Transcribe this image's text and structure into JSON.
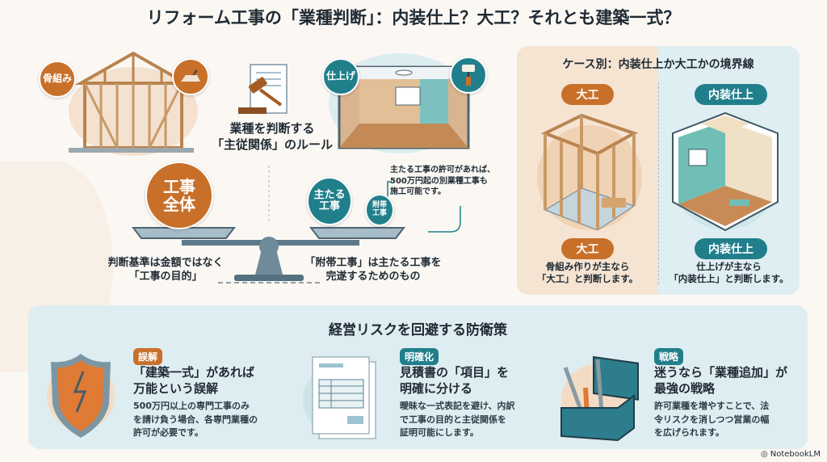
{
  "title": "リフォーム工事の「業種判断」：内装仕上？大工？それとも建築一式？",
  "top": {
    "framing_label": "骨組み",
    "finishing_label": "仕上げ",
    "rule_caption_line1": "業種を判断する",
    "rule_caption_line2": "「主従関係」のルール"
  },
  "scale": {
    "left_label_line1": "工事",
    "left_label_line2": "全体",
    "main_label_line1": "主たる",
    "main_label_line2": "工事",
    "sub_label_line1": "附帯",
    "sub_label_line2": "工事",
    "note_lines": [
      "主たる工事の許可があれば、",
      "500万円起の別業種工事も",
      "施工可能です。"
    ],
    "left_caption_line1": "判断基準は金額ではなく",
    "left_caption_line2": "「工事の目的」",
    "right_caption_line1": "「附帯工事」は主たる工事を",
    "right_caption_line2": "完遂するためのもの"
  },
  "cases": {
    "title": "ケース別：内装仕上か大工かの境界線",
    "left": {
      "badge": "大工",
      "bottom_badge": "大工",
      "text_line1": "骨組み作りが主なら",
      "text_line2": "「大工」と判断します。"
    },
    "right": {
      "badge": "内装仕上",
      "bottom_badge": "内装仕上",
      "text_line1": "仕上げが主なら",
      "text_line2": "「内装仕上」と判断します。"
    }
  },
  "risk": {
    "title": "経営リスクを回避する防衛策",
    "items": [
      {
        "tag": "誤解",
        "head_line1": "「建築一式」があれば",
        "head_line2": "万能という誤解",
        "body_lines": [
          "500万円以上の専門工事のみ",
          "を請け負う場合、各専門業種の",
          "許可が必要です。"
        ]
      },
      {
        "tag": "明確化",
        "head_line1": "見積書の「項目」を",
        "head_line2": "明確に分ける",
        "body_lines": [
          "曖昧な一式表記を避け、内訳",
          "で工事の目的と主従関係を",
          "証明可能にします。"
        ]
      },
      {
        "tag": "戦略",
        "head_line1": "迷うなら「業種追加」が",
        "head_line2": "最強の戦略",
        "body_lines": [
          "許可業種を増やすことで、法",
          "令リスクを消しつつ営業の幅",
          "を広げられます。"
        ]
      }
    ]
  },
  "footer": {
    "brand": "NotebookLM"
  },
  "colors": {
    "orange": "#c8702a",
    "teal": "#217f8c",
    "text": "#1f2a33"
  }
}
